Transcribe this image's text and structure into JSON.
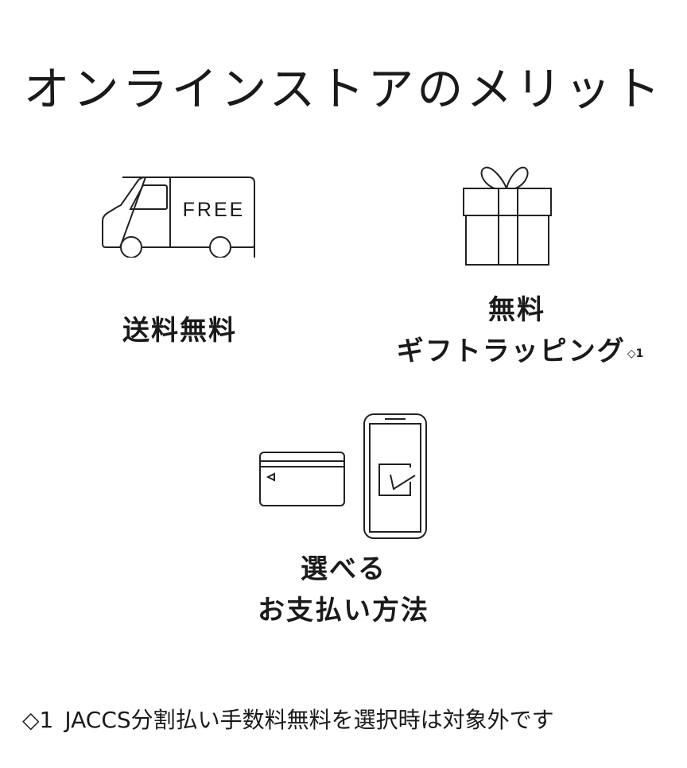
{
  "page": {
    "title": "オンラインストアのメリット"
  },
  "benefits": [
    {
      "id": "free-shipping",
      "icon": "delivery-truck-icon",
      "icon_text": "FREE",
      "label_lines": [
        "送料無料"
      ]
    },
    {
      "id": "free-gift-wrapping",
      "icon": "gift-box-icon",
      "label_lines": [
        "無料",
        "ギフトラッピング"
      ],
      "footnote_ref": "◇1"
    },
    {
      "id": "payment-methods",
      "icon": "credit-card-and-smartphone-icon",
      "label_lines": [
        "選べる",
        "お支払い方法"
      ]
    }
  ],
  "footnote": {
    "mark": "◇1",
    "text": "JACCS分割払い手数料無料を選択時は対象外です"
  },
  "colors": {
    "background": "#ffffff",
    "text": "#1a1a1a",
    "line": "#222222"
  }
}
